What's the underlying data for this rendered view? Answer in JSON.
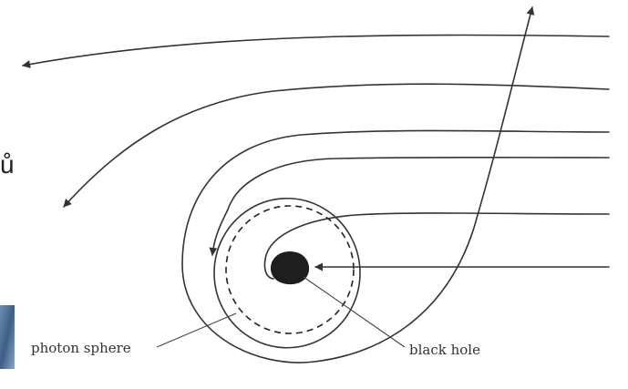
{
  "diagram": {
    "labels": {
      "photon_sphere": "photon sphere",
      "black_hole": "black hole",
      "edge_glyph": "ů"
    },
    "colors": {
      "line": "#333333",
      "hole": "#1e1e1e",
      "left_image_strip": "#4a6f96"
    }
  }
}
